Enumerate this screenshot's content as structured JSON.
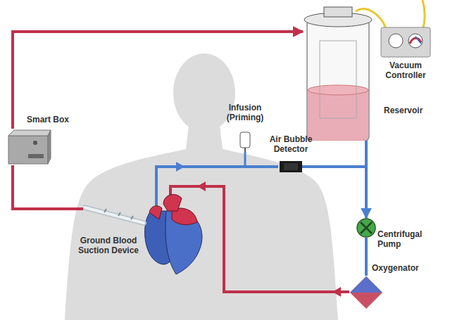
{
  "diagram": {
    "nodes": [
      {
        "text": [
          "Smart Box"
        ]
      },
      {
        "text": [
          "Vacuum Controller"
        ]
      },
      {
        "text": [
          "Reservoir"
        ]
      },
      {
        "text": [
          "Infusion (Priming)"
        ]
      },
      {
        "text": [
          "Air Bubble Detector"
        ]
      },
      {
        "text": [
          "Centrifugal Pump"
        ]
      },
      {
        "text": [
          "Oxygenator"
        ]
      },
      {
        "text": [
          "Ground Blood Suction Device"
        ]
      }
    ],
    "edges": [
      {
        "from": 0,
        "to": 2,
        "arrow": "to"
      },
      {
        "from": 7,
        "to": 0,
        "arrow": "none"
      },
      {
        "from": 2,
        "to": 5,
        "arrow": "to"
      },
      {
        "from": 5,
        "to": 6,
        "arrow": "none"
      },
      {
        "from": 4,
        "to": 2,
        "arrow": "none"
      }
    ]
  }
}
